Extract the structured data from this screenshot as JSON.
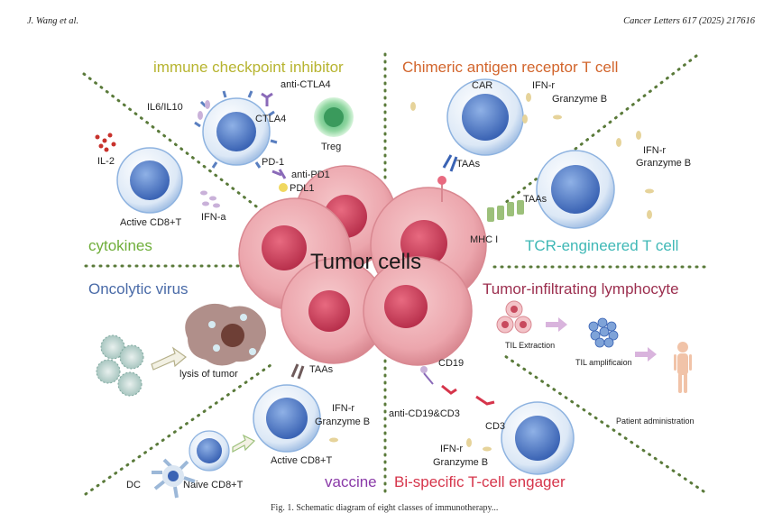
{
  "header": {
    "authors": "J. Wang et al.",
    "journal": "Cancer Letters 617 (2025) 217616"
  },
  "center_label": "Tumor cells",
  "sections": {
    "checkpoint": {
      "title": "immune checkpoint inhibitor",
      "color": "#b7b430"
    },
    "car": {
      "title": "Chimeric antigen receptor T cell",
      "color": "#d2652c"
    },
    "cytokines": {
      "title": "cytokines",
      "color": "#6fae3a"
    },
    "tcr": {
      "title": "TCR-engineered T cell",
      "color": "#3fb8b6"
    },
    "oncolytic": {
      "title": "Oncolytic virus",
      "color": "#4a6ba8"
    },
    "til": {
      "title": "Tumor-infiltrating lymphocyte",
      "color": "#9c2f4f"
    },
    "vaccine": {
      "title": "vaccine",
      "color": "#8a3aa8"
    },
    "bite": {
      "title": "Bi-specific T-cell engager",
      "color": "#d6354b"
    }
  },
  "labels": {
    "il6": "IL6/IL10",
    "anti_ctla4": "anti-CTLA4",
    "ctla4": "CTLA4",
    "treg": "Treg",
    "pd1": "PD-1",
    "anti_pd1": "anti-PD1",
    "pdl1": "PDL1",
    "il2": "IL-2",
    "active_cd8_1": "Active CD8+T",
    "ifn_a": "IFN-a",
    "car": "CAR",
    "taas_car": "TAAs",
    "car_ifn": "IFN-r",
    "car_gzb": "Granzyme B",
    "tcr_ifn": "IFN-r",
    "tcr_gzb": "Granzyme B",
    "taas_tcr": "TAAs",
    "mhc1": "MHC I",
    "lysis": "lysis of tumor",
    "til_extraction": "TIL Extraction",
    "til_amp": "TIL amplificaion",
    "patient_admin": "Patient administration",
    "cd19": "CD19",
    "anti_cd19_cd3": "anti-CD19&CD3",
    "cd3": "CD3",
    "bite_ifn": "IFN-r",
    "bite_gzb": "Granzyme B",
    "taas_vac": "TAAs",
    "vac_ifn": "IFN-r",
    "vac_gzb": "Granzyme B",
    "active_cd8_2": "Active CD8+T",
    "naive_cd8": "Naive CD8+T",
    "dc": "DC"
  },
  "caption": "Fig. 1. Schematic diagram of eight classes of immunotherapy..."
}
